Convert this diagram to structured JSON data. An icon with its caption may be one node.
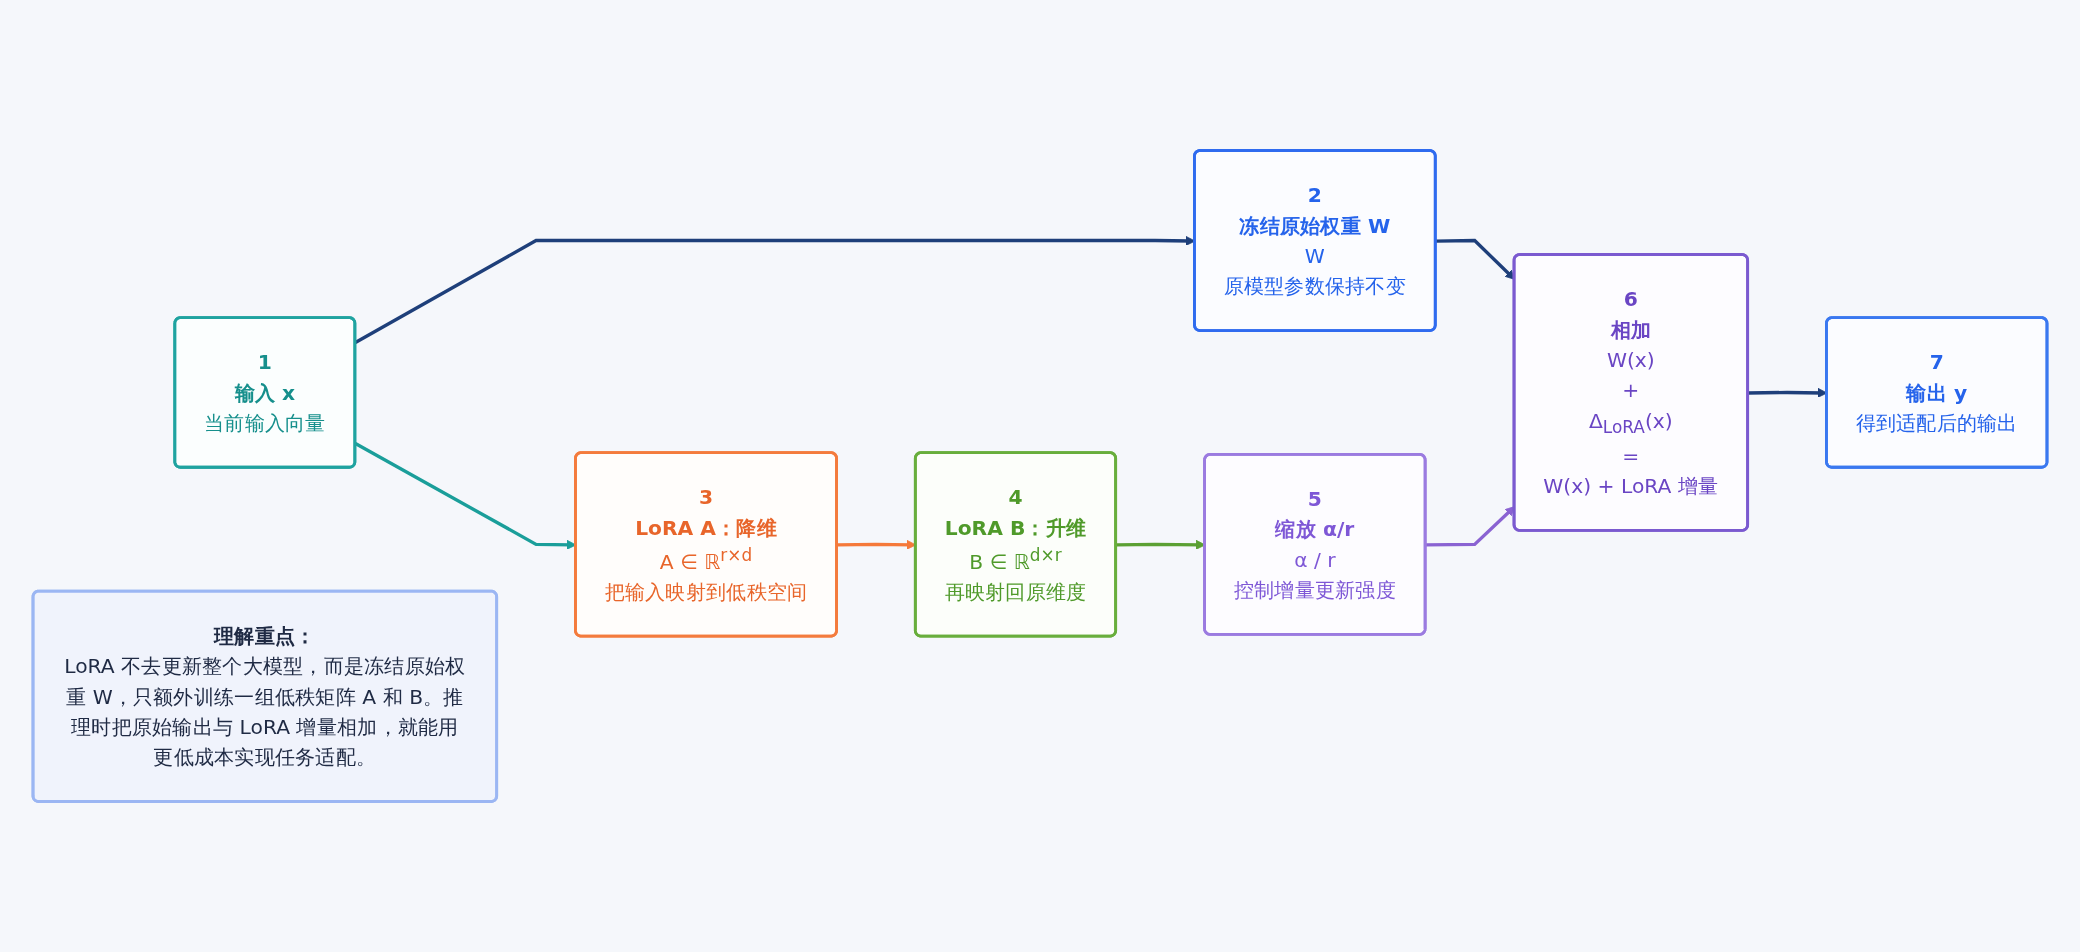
{
  "diagram": {
    "nodes": [
      {
        "text": [
          "1",
          "输入 x",
          "当前输入向量"
        ]
      },
      {
        "text": [
          "2",
          "冻结原始权重 W",
          "W",
          "原模型参数保持不变"
        ]
      },
      {
        "text": [
          "3",
          "LoRA A：降维",
          "A ∈ ℝ$^{r×d}$",
          "把输入映射到低秩空间"
        ]
      },
      {
        "text": [
          "4",
          "LoRA B：升维",
          "B ∈ ℝ$^{d×r}$",
          "再映射回原维度"
        ]
      },
      {
        "text": [
          "5",
          "缩放 α/r",
          "α / r",
          "控制增量更新强度"
        ]
      },
      {
        "text": [
          "6",
          "相加",
          "W(x)",
          "+",
          "Δ$_{LoRA}$(x)",
          "=",
          "W(x) + LoRA 增量"
        ]
      },
      {
        "text": [
          "7",
          "输出 y",
          "得到适配后的输出"
        ]
      },
      {
        "text": [
          "理解重点：",
          "LoRA 不去更新整个大模型，而是冻结原始权重 W，只额外训练一组低秩矩阵 A 和 B。推理时把原始输出与 LoRA 增量相加，就能用更低成本实现任务适配。"
        ]
      }
    ],
    "edges": [
      {
        "from": 0,
        "to": 1,
        "arrow": "to"
      },
      {
        "from": 0,
        "to": 2,
        "arrow": "to",
        "color": "#1a9e9a"
      },
      {
        "from": 1,
        "to": 5,
        "arrow": "to"
      },
      {
        "from": 2,
        "to": 3,
        "arrow": "to",
        "color": "#f5793a"
      },
      {
        "from": 3,
        "to": 4,
        "arrow": "to",
        "color": "#5ba033"
      },
      {
        "from": 4,
        "to": 5,
        "arrow": "to",
        "color": "#8a63d2"
      },
      {
        "from": 5,
        "to": 6,
        "arrow": "to"
      }
    ]
  }
}
